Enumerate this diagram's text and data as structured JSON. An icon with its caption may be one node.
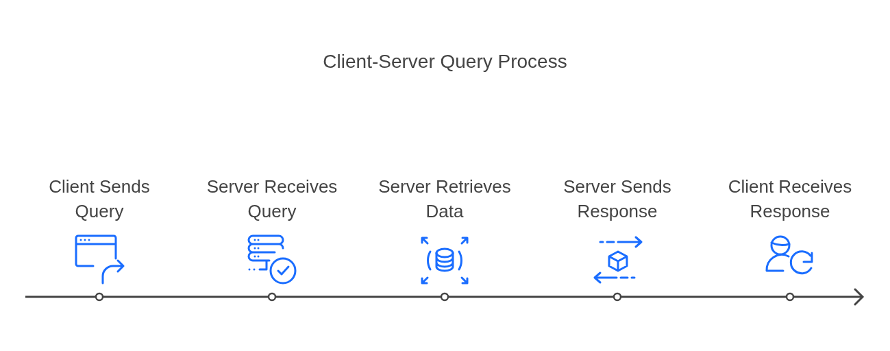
{
  "diagram": {
    "title": "Client-Server Query Process",
    "nodes": [
      {
        "text": [
          "Client Sends Query"
        ]
      },
      {
        "text": [
          "Server Receives Query"
        ]
      },
      {
        "text": [
          "Server Retrieves Data"
        ]
      },
      {
        "text": [
          "Server Sends Response"
        ]
      },
      {
        "text": [
          "Client Receives Response"
        ]
      }
    ]
  }
}
